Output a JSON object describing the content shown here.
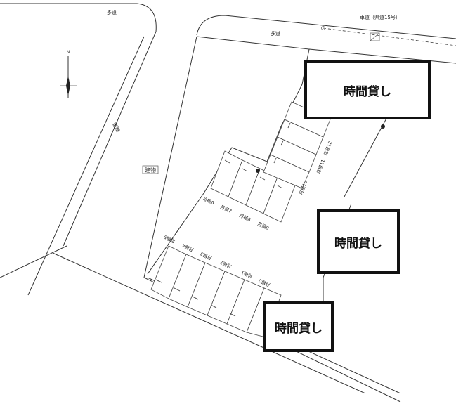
{
  "roads": {
    "sidewalk_top_left": "多道",
    "sidewalk_top": "多道",
    "main_road": "車道（県道15号）",
    "side_road": "道路"
  },
  "building": "建物",
  "north": "N",
  "stall_labels_upper": [
    "月極6",
    "月極7",
    "月極8",
    "月極9"
  ],
  "stall_labels_right": [
    "月極10",
    "月極11",
    "月極12"
  ],
  "stall_labels_lower": [
    "月極5",
    "月極4",
    "月極3",
    "月極2",
    "月極1",
    "月極0"
  ],
  "hourly_boxes": [
    "時間貸し",
    "時間貸し",
    "時間貸し"
  ]
}
